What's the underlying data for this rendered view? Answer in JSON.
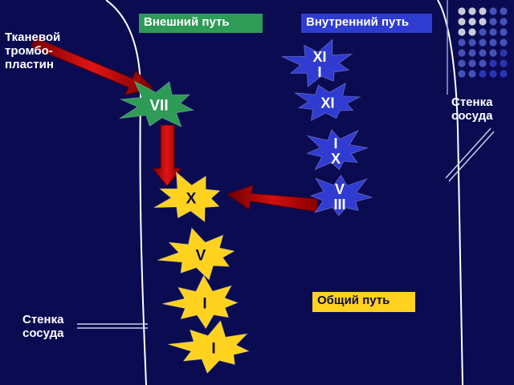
{
  "colors": {
    "background": "#0b0b52",
    "external_box": "#2e9b57",
    "internal_box": "#2f3bd1",
    "common_box": "#ffd21f",
    "star_green": "#2e9b57",
    "star_blue": "#2f3bd1",
    "star_yellow": "#ffd21f",
    "arrow": "#b30000"
  },
  "labels": {
    "external_path": "Внешний путь",
    "internal_path": "Внутренний путь",
    "common_path": "Общий путь",
    "tissue_thromboplastin": [
      "Тканевой",
      "тромбо-",
      "пластин"
    ],
    "vessel_wall_left": [
      "Стенка",
      "сосуда"
    ],
    "vessel_wall_right": [
      "Стенка",
      "сосуда"
    ]
  },
  "factors": {
    "vii": "VII",
    "x": "X",
    "v": "V",
    "ii": "I",
    "i": "I",
    "xii": [
      "XI",
      "I"
    ],
    "xi": "XI",
    "ix": [
      "I",
      "X"
    ],
    "viii": [
      "V",
      "III"
    ]
  }
}
